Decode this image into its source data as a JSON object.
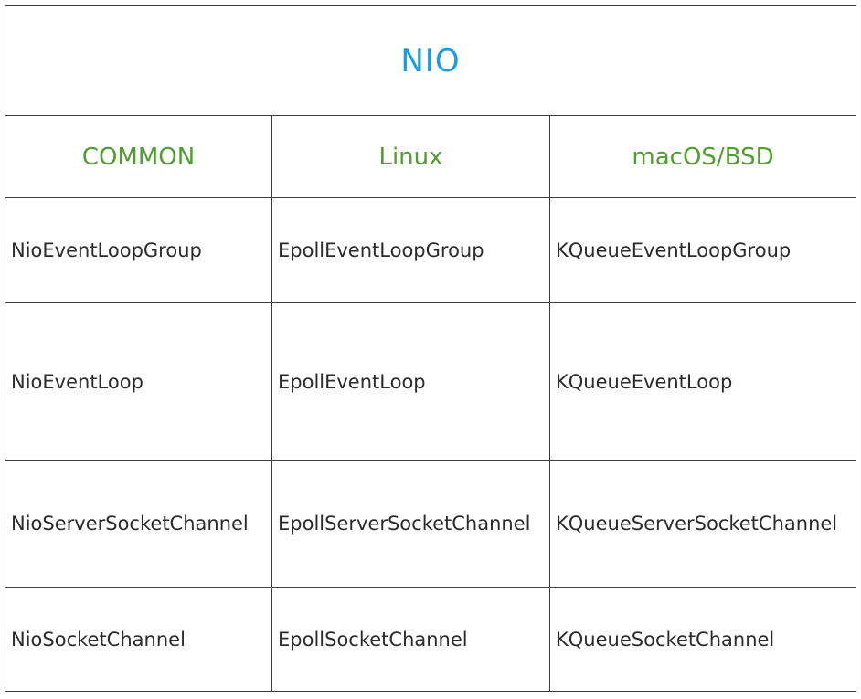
{
  "table": {
    "title": "NIO",
    "headers": [
      "COMMON",
      "Linux",
      "macOS/BSD"
    ],
    "rows": [
      [
        "NioEventLoopGroup",
        "EpollEventLoopGroup",
        "KQueueEventLoopGroup"
      ],
      [
        "NioEventLoop",
        "EpollEventLoop",
        "KQueueEventLoop"
      ],
      [
        "NioServerSocketChannel",
        "EpollServerSocketChannel",
        "KQueueServerSocketChannel"
      ],
      [
        "NioSocketChannel",
        "EpollSocketChannel",
        "KQueueSocketChannel"
      ]
    ]
  },
  "colors": {
    "title": "#1a9be6",
    "header": "#4f9f2f",
    "text": "#2b2b2b",
    "border": "#3f3f3f"
  }
}
